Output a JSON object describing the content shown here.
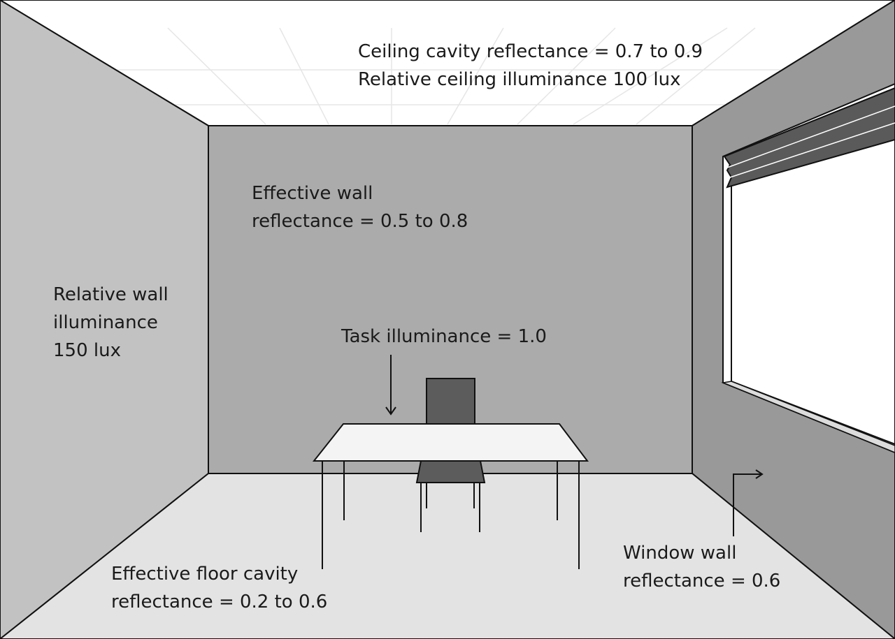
{
  "labels": {
    "ceiling": {
      "line1": "Ceiling cavity reflectance = 0.7 to 0.9",
      "line2": "Relative ceiling illuminance 100 lux"
    },
    "back_wall": {
      "line1": "Effective wall",
      "line2": "reflectance = 0.5 to 0.8"
    },
    "left_wall": {
      "line1": "Relative wall",
      "line2": "illuminance",
      "line3": "150 lux"
    },
    "task": {
      "line1": "Task illuminance = 1.0"
    },
    "floor": {
      "line1": "Effective floor cavity",
      "line2": "reflectance = 0.2 to 0.6"
    },
    "window_wall": {
      "line1": "Window wall",
      "line2": "reflectance = 0.6"
    }
  },
  "colors": {
    "ceiling": "#ffffff",
    "ceiling_grid": "#e6e6e6",
    "back_wall": "#ababab",
    "left_wall": "#c2c2c2",
    "right_wall": "#999999",
    "floor": "#e3e3e3",
    "window_glass": "#ffffff",
    "blind": "#5a5a5a",
    "desk_top": "#f4f4f4",
    "chair": "#5c5c5c",
    "outline": "#111111"
  }
}
